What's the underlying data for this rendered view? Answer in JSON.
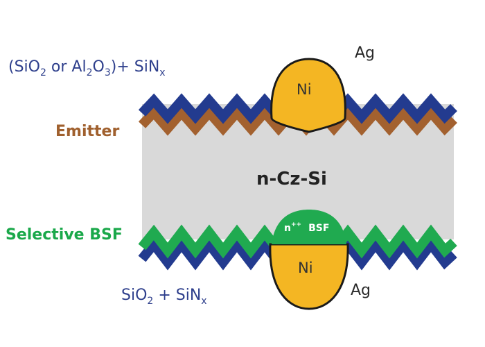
{
  "labels": {
    "front_pass_part1": "(SiO",
    "front_pass_sub1": "2",
    "front_pass_part2": " or Al",
    "front_pass_sub2": "2",
    "front_pass_part3": "O",
    "front_pass_sub3": "3",
    "front_pass_part4": ")+ SiN",
    "front_pass_sub4": "x",
    "emitter": "Emitter",
    "substrate": "n-Cz-Si",
    "selective_bsf": "Selective BSF",
    "bsf_region_sup": "++",
    "bsf_region_n": "n",
    "bsf_region": "BSF",
    "back_pass_part1": "SiO",
    "back_pass_sub1": "2",
    "back_pass_part2": " + SiN",
    "back_pass_sub2": "x",
    "ni_top": "Ni",
    "ni_bottom": "Ni",
    "ag_top": "Ag",
    "ag_bottom": "Ag"
  },
  "colors": {
    "blue_layer": "#233b8f",
    "brown_layer": "#a3612f",
    "green_layer": "#20aa50",
    "substrate": "#d9d9d9",
    "nickel": "#f4b623"
  }
}
